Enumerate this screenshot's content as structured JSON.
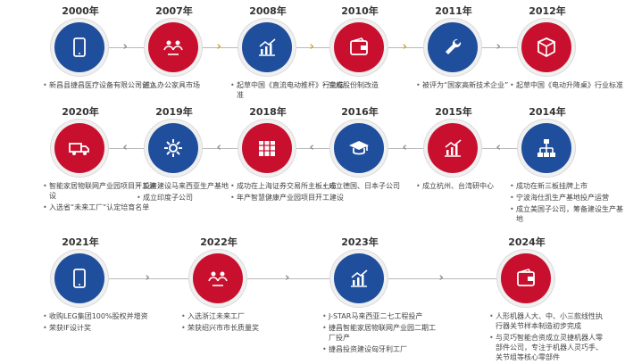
{
  "row1": [
    {
      "year": "2000年",
      "color": "blue",
      "icon": "tablet-icon",
      "items": [
        "新昌县捷昌医疗设备有限公司创立"
      ]
    },
    {
      "year": "2007年",
      "color": "red",
      "icon": "people-icon",
      "items": [
        "进入办公家具市场"
      ]
    },
    {
      "year": "2008年",
      "color": "blue",
      "icon": "chart-icon",
      "items": [
        "起草中国《直流电动推杆》行业标准"
      ]
    },
    {
      "year": "2010年",
      "color": "red",
      "icon": "wallet-icon",
      "items": [
        "完成股份制改造"
      ]
    },
    {
      "year": "2011年",
      "color": "blue",
      "icon": "wrench-icon",
      "items": [
        "被评为“国家高新技术企业”"
      ]
    },
    {
      "year": "2012年",
      "color": "red",
      "icon": "box-icon",
      "items": [
        "起草中国《电动升降桌》行业标准"
      ]
    }
  ],
  "row2": [
    {
      "year": "2020年",
      "color": "red",
      "icon": "truck-icon",
      "items": [
        "智能家居物联网产业园项目开工建设",
        "入选省“未来工厂”认定培育名单"
      ]
    },
    {
      "year": "2019年",
      "color": "blue",
      "icon": "gear-icon",
      "items": [
        "投资建设马来西亚生产基地",
        "成立印度子公司"
      ]
    },
    {
      "year": "2018年",
      "color": "red",
      "icon": "books-icon",
      "items": [
        "成功在上海证券交易所主板上市",
        "年产智慧健康产业园项目开工建设"
      ]
    },
    {
      "year": "2016年",
      "color": "blue",
      "icon": "graduation-icon",
      "items": [
        "成立德国、日本子公司"
      ]
    },
    {
      "year": "2015年",
      "color": "red",
      "icon": "chart-icon",
      "items": [
        "成立杭州、台湾研中心"
      ]
    },
    {
      "year": "2014年",
      "color": "blue",
      "icon": "org-chart-icon",
      "items": [
        "成功在新三板挂牌上市",
        "宁波海仕凯生产基地投产运营",
        "成立美国子公司，筹备建设生产基地"
      ]
    }
  ],
  "row3": [
    {
      "year": "2021年",
      "color": "blue",
      "icon": "tablet-icon",
      "items": [
        "收购LEG集团100%股权并增资",
        "荣获IF设计奖"
      ]
    },
    {
      "year": "2022年",
      "color": "red",
      "icon": "people-icon",
      "items": [
        "入选浙江未来工厂",
        "荣获绍兴市市长质量奖"
      ]
    },
    {
      "year": "2023年",
      "color": "blue",
      "icon": "chart-icon",
      "items": [
        "J-STAR马来西亚二七工程投产",
        "捷昌智能家居物联网产业园二期工厂投产",
        "捷昌投资建设匈牙利工厂"
      ]
    },
    {
      "year": "2024年",
      "color": "red",
      "icon": "wallet-icon",
      "items": [
        "人形机器人大、中、小三款线性执行器关节样本制造初步完成",
        "与灵巧智能合资成立灵捷机器人零部件公司，专注于机器人灵巧手、关节组等核心零部件"
      ]
    }
  ],
  "colors": {
    "blue": "#1f4e9c",
    "red": "#c8102e",
    "gold": "#c9a227",
    "gray": "#8a8a8a"
  }
}
